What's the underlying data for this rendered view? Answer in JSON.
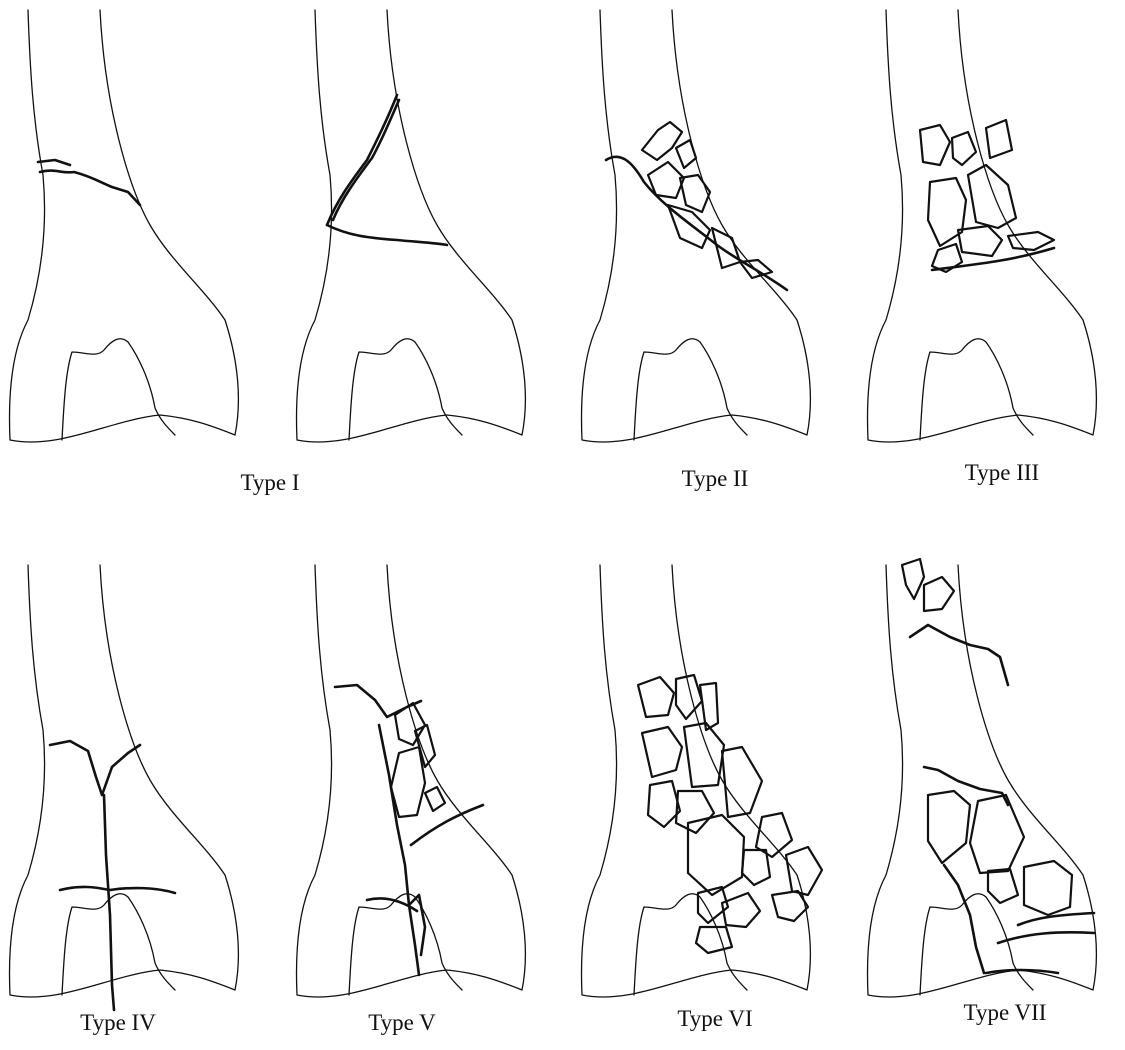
{
  "labels": {
    "type_1": "Type I",
    "type_2": "Type II",
    "type_3": "Type III",
    "type_4": "Type IV",
    "type_5": "Type V",
    "type_6": "Type VI",
    "type_7": "Type VII"
  },
  "colors": {
    "line": "#111111",
    "background": "#ffffff"
  }
}
